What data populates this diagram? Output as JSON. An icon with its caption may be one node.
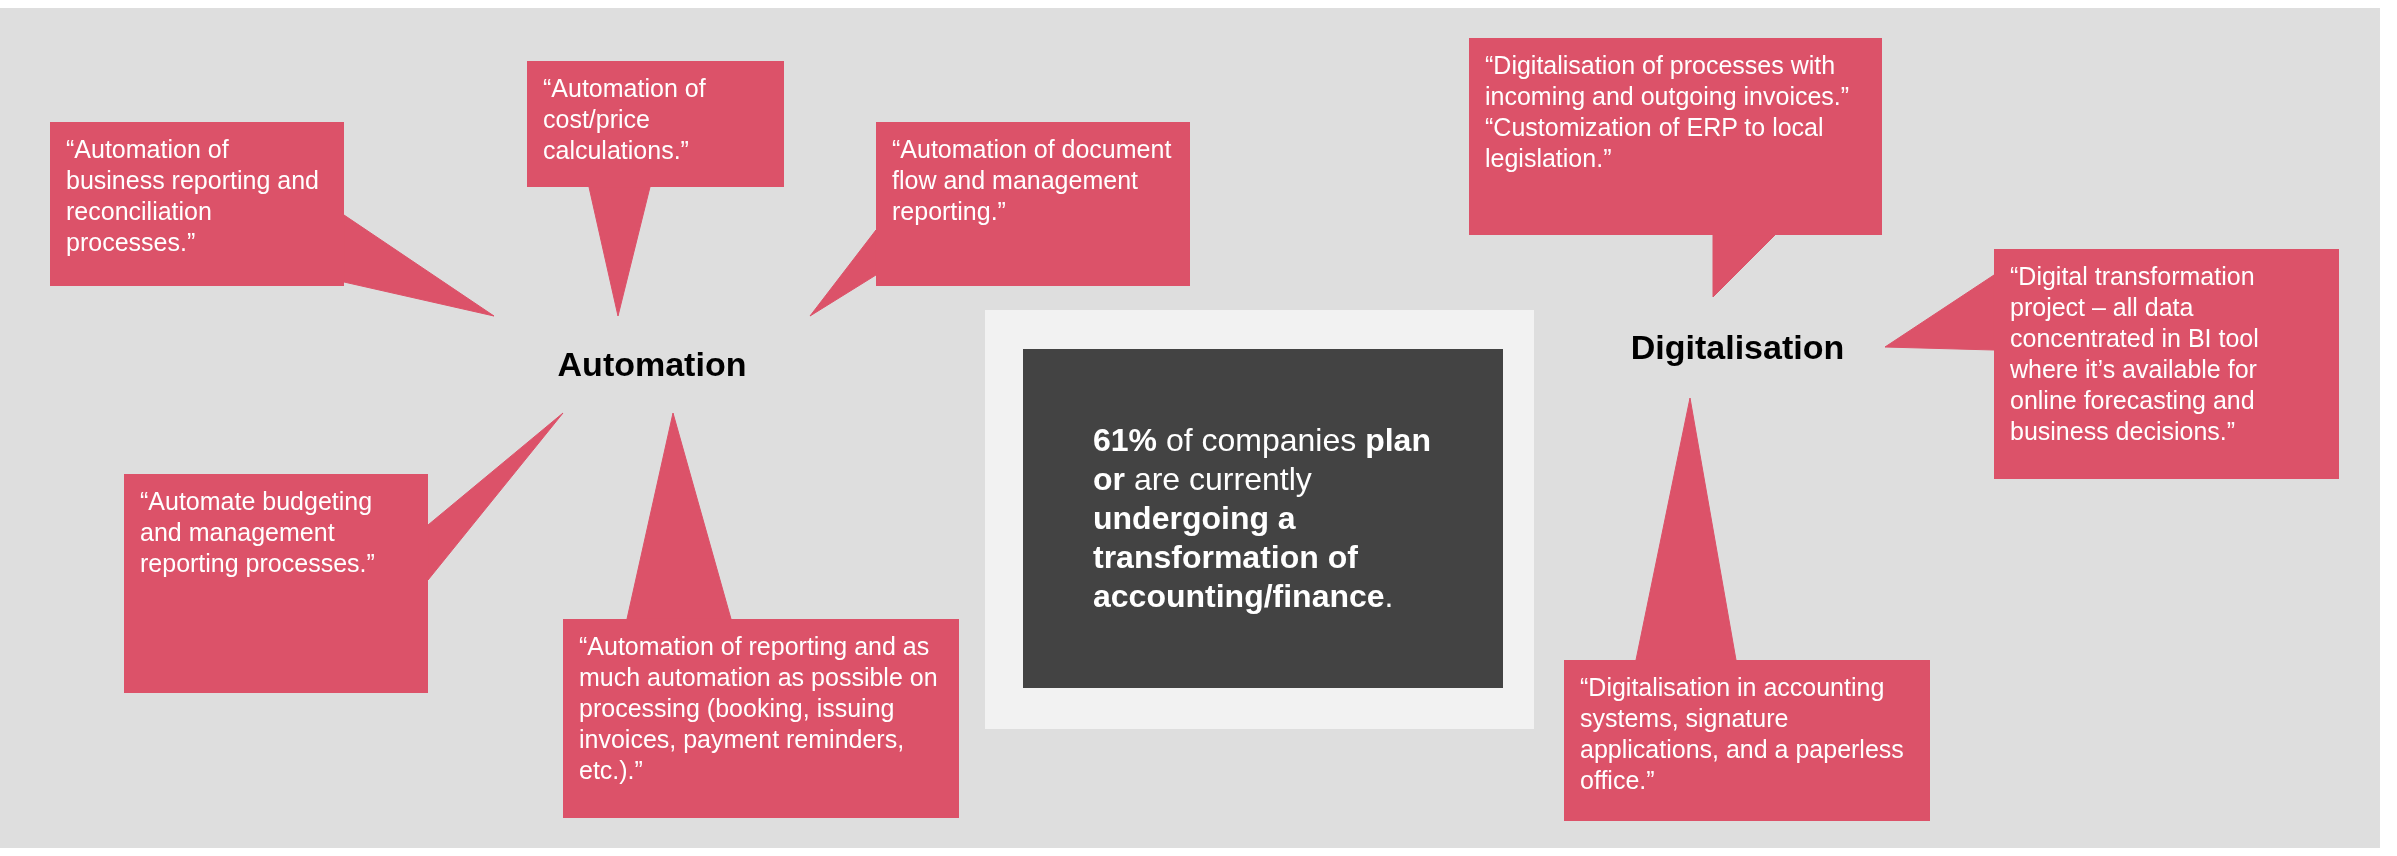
{
  "diagram": {
    "nodes": [
      {
        "text": [
          "“Automation of business reporting and reconciliation processes.”"
        ]
      },
      {
        "text": [
          "“Automation of cost/price calculations.”"
        ]
      },
      {
        "text": [
          "“Automation of document flow and management reporting.”"
        ]
      },
      {
        "text": [
          "Automation"
        ]
      },
      {
        "text": [
          "“Automate budgeting and management reporting processes.”"
        ]
      },
      {
        "text": [
          "“Automation of reporting and as much automation as possible on processing (booking, issuing invoices, payment reminders, etc.).”"
        ]
      },
      {
        "text": [],
        "shape": "box"
      },
      {
        "text": [
          "**61%** of companies **plan or** are currently **undergoing a transformation of accounting/finance**."
        ],
        "in": 6
      },
      {
        "text": [
          "“Digitalisation of processes with incoming and outgoing invoices.”",
          "“Customization of ERP to local legislation.”"
        ]
      },
      {
        "text": [
          "Digitalisation"
        ]
      },
      {
        "text": [
          "“Digital transformation project – all data concentrated in BI tool where it’s available for online forecasting and business decisions.”"
        ]
      },
      {
        "text": [
          "“Digitalisation in accounting systems, signature applications, and a paperless office.”"
        ]
      }
    ],
    "edges": [
      {
        "from": 0,
        "to": 3,
        "arrow": "to"
      },
      {
        "from": 1,
        "to": 3,
        "arrow": "to"
      },
      {
        "from": 2,
        "to": 3,
        "arrow": "to"
      },
      {
        "from": 4,
        "to": 3,
        "arrow": "to"
      },
      {
        "from": 5,
        "to": 3,
        "arrow": "to"
      },
      {
        "from": 8,
        "to": 9,
        "arrow": "to"
      },
      {
        "from": 10,
        "to": 9,
        "arrow": "to"
      },
      {
        "from": 11,
        "to": 9,
        "arrow": "to"
      }
    ]
  }
}
